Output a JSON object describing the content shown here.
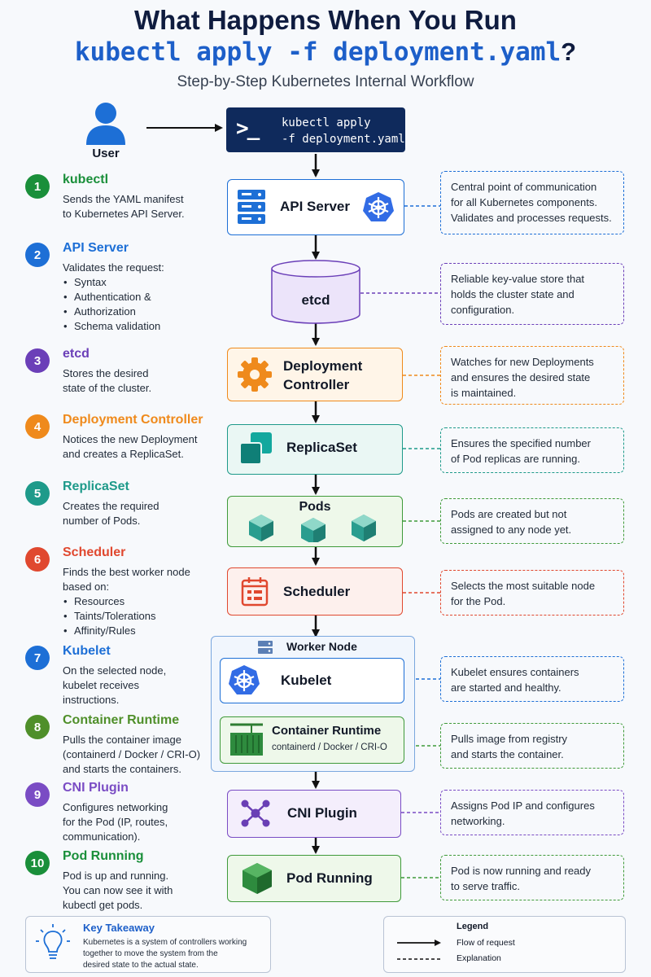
{
  "header": {
    "title_line1": "What Happens When You Run",
    "command": "kubectl apply -f deployment.yaml",
    "question_mark": "?",
    "subtitle": "Step-by-Step Kubernetes Internal Workflow"
  },
  "user": {
    "label": "User"
  },
  "terminal": {
    "prompt": ">_",
    "line1": "kubectl apply",
    "line2": "-f deployment.yaml"
  },
  "steps": [
    {
      "num": "1",
      "title": "kubectl",
      "color": "#1a8f3a",
      "desc": [
        "Sends the YAML manifest",
        "to Kubernetes API Server."
      ]
    },
    {
      "num": "2",
      "title": "API Server",
      "color": "#1d6fd6",
      "desc": [
        "Validates the request:"
      ],
      "bullets": [
        "Syntax",
        "Authentication &",
        "Authorization",
        "Schema validation"
      ]
    },
    {
      "num": "3",
      "title": "etcd",
      "color": "#6b3fb8",
      "desc": [
        "Stores the desired",
        "state of the cluster."
      ]
    },
    {
      "num": "4",
      "title": "Deployment Controller",
      "color": "#ef8a1c",
      "desc": [
        "Notices the new Deployment",
        "and creates a ReplicaSet."
      ]
    },
    {
      "num": "5",
      "title": "ReplicaSet",
      "color": "#1e9a8a",
      "desc": [
        "Creates the required",
        "number of Pods."
      ]
    },
    {
      "num": "6",
      "title": "Scheduler",
      "color": "#e0482f",
      "desc": [
        "Finds the best worker node",
        "based on:"
      ],
      "bullets": [
        "Resources",
        "Taints/Tolerations",
        "Affinity/Rules"
      ]
    },
    {
      "num": "7",
      "title": "Kubelet",
      "color": "#1d6fd6",
      "desc": [
        "On the selected node,",
        "kubelet receives",
        "instructions."
      ]
    },
    {
      "num": "8",
      "title": "Container Runtime",
      "color": "#4f8f2a",
      "desc": [
        "Pulls the container image",
        "(containerd / Docker / CRI-O)",
        "and starts the containers."
      ]
    },
    {
      "num": "9",
      "title": "CNI Plugin",
      "color": "#7a4cc4",
      "desc": [
        "Configures networking",
        "for the Pod (IP, routes,",
        "communication)."
      ]
    },
    {
      "num": "10",
      "title": "Pod Running",
      "color": "#1a8f3a",
      "desc": [
        "Pod is up and running.",
        "You can now see it with",
        "kubectl get pods."
      ]
    }
  ],
  "boxes": {
    "api_server": "API Server",
    "etcd": "etcd",
    "deployment_controller": [
      "Deployment",
      "Controller"
    ],
    "replicaset": "ReplicaSet",
    "pods": "Pods",
    "scheduler": "Scheduler",
    "worker_node": "Worker Node",
    "kubelet": "Kubelet",
    "container_runtime": "Container Runtime",
    "container_runtime_sub": "containerd / Docker / CRI-O",
    "cni_plugin": "CNI Plugin",
    "pod_running": "Pod Running"
  },
  "explanations": [
    [
      "Central point of communication",
      "for all Kubernetes components.",
      "Validates and processes requests."
    ],
    [
      "Reliable key-value store that",
      "holds the cluster state and",
      "configuration."
    ],
    [
      "Watches for new Deployments",
      "and ensures the desired state",
      "is maintained."
    ],
    [
      "Ensures the specified number",
      "of Pod replicas are running."
    ],
    [
      "Pods are created but not",
      "assigned to any node yet."
    ],
    [
      "Selects the most suitable node",
      "for the Pod."
    ],
    [
      "Kubelet ensures containers",
      "are started and healthy."
    ],
    [
      "Pulls image from registry",
      "and starts the container."
    ],
    [
      "Assigns Pod IP and configures",
      "networking."
    ],
    [
      "Pod is now running and ready",
      "to serve traffic."
    ]
  ],
  "takeaway": {
    "title": "Key Takeaway",
    "lines": [
      "Kubernetes is a system of controllers working",
      "together to move the system from the",
      "desired state to the actual state."
    ]
  },
  "legend": {
    "title": "Legend",
    "flow": "Flow of request",
    "explanation": "Explanation"
  },
  "colors": {
    "navy": "#0f2a5c",
    "blue": "#1d6fd6",
    "purple": "#6b3fb8",
    "orange": "#ef8a1c",
    "teal": "#1e9a8a",
    "green": "#3f9a3a",
    "red": "#e0482f",
    "violet": "#7a4cc4"
  }
}
